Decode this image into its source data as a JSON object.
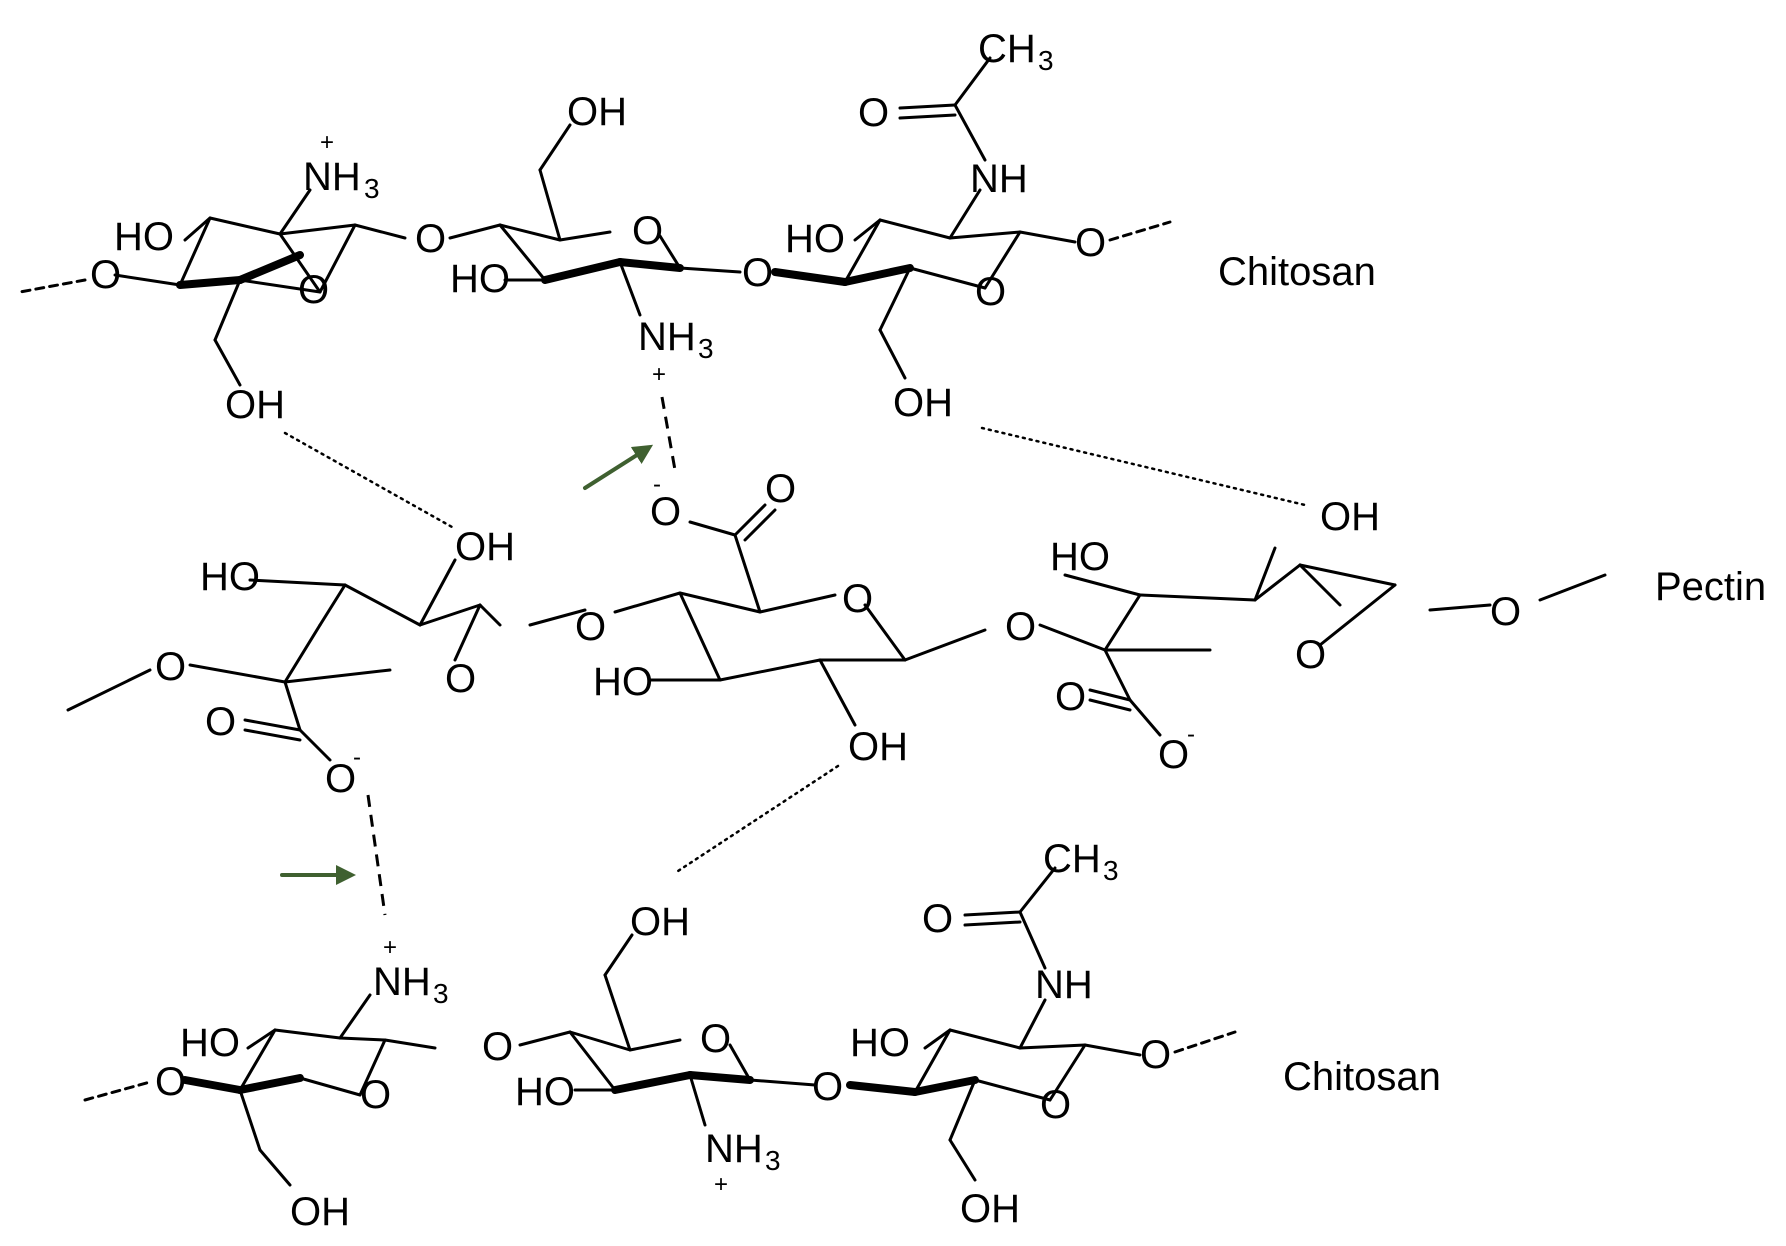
{
  "labels": {
    "chitosan_top": "Chitosan",
    "pectin": "Pectin",
    "chitosan_bottom": "Chitosan"
  },
  "atoms": {
    "O": "O",
    "HO": "HO",
    "OH": "OH",
    "NH": "NH",
    "NH3_base": "NH",
    "NH3_sub": "3",
    "CH3_base": "CH",
    "CH3_sub": "3",
    "plus": "+",
    "minus": "-"
  },
  "colors": {
    "bond": "#000000",
    "arrow": "#3f6030",
    "background": "#ffffff"
  },
  "icons": [
    "arrow-right-icon"
  ]
}
